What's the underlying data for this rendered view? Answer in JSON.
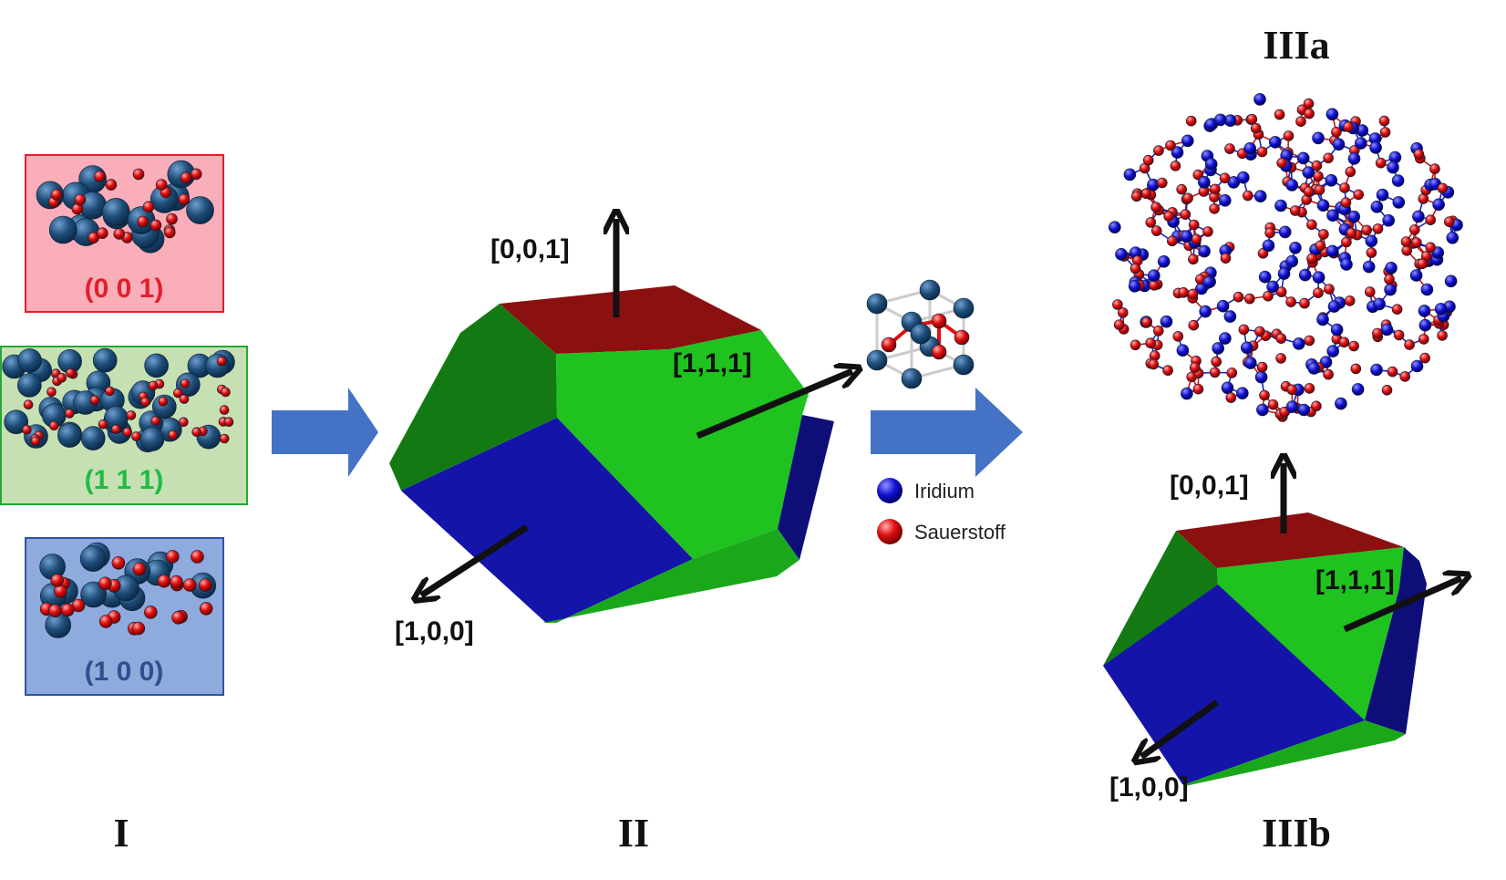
{
  "colors": {
    "accent_arrow": "#4472c4",
    "iridium": "#1f4e79",
    "iridium_legend": "#1010d0",
    "oxygen": "#e01010",
    "face_001": "#8b1010",
    "face_111": "#1fc21f",
    "face_111_dark": "#137a13",
    "face_100": "#1414a8",
    "face_100_dark": "#0e0e78"
  },
  "panel_I": {
    "roman": "I",
    "facets": [
      {
        "label": "(0 0 1)",
        "bg": "#f9aeba",
        "border": "#e0202a",
        "text_color": "#e0202a"
      },
      {
        "label": "(1 1 1)",
        "bg": "#c6e0b4",
        "border": "#22aa33",
        "text_color": "#22bb44"
      },
      {
        "label": "(1 0 0)",
        "bg": "#8faadc",
        "border": "#2f55a0",
        "text_color": "#2f4f8f"
      }
    ]
  },
  "panel_II": {
    "roman": "II",
    "labels": {
      "top": "[0,0,1]",
      "diag": "[1,1,1]",
      "front": "[1,0,0]"
    }
  },
  "legend": {
    "items": [
      {
        "label": "Iridium",
        "color": "#1010d0"
      },
      {
        "label": "Sauerstoff",
        "color": "#e01010"
      }
    ]
  },
  "panel_IIIa": {
    "roman": "IIIa"
  },
  "panel_IIIb": {
    "roman": "IIIb",
    "labels": {
      "top": "[0,0,1]",
      "diag": "[1,1,1]",
      "front": "[1,0,0]"
    }
  }
}
